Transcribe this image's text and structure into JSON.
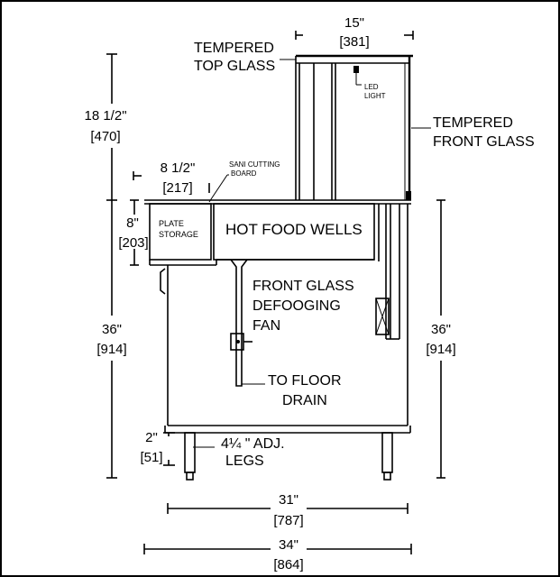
{
  "labels": {
    "top_glass_1": "TEMPERED",
    "top_glass_2": "TOP GLASS",
    "led_1": "LED",
    "led_2": "LIGHT",
    "front_glass_1": "TEMPERED",
    "front_glass_2": "FRONT GLASS",
    "sani_1": "SANI CUTTING",
    "sani_2": "BOARD",
    "plate_1": "PLATE",
    "plate_2": "STORAGE",
    "hot_food_wells": "HOT FOOD WELLS",
    "defog_1": "FRONT GLASS",
    "defog_2": "DEFOOGING",
    "defog_3": "FAN",
    "drain_1": "TO FLOOR",
    "drain_2": "DRAIN",
    "legs_1": "4¼ \" ADJ.",
    "legs_2": "LEGS"
  },
  "dimensions": {
    "top_width_in": "15\"",
    "top_width_mm": "[381]",
    "glass_height_in": "18 1/2\"",
    "glass_height_mm": "[470]",
    "board_width_in": "8 1/2\"",
    "board_width_mm": "[217]",
    "storage_height_in": "8\"",
    "storage_height_mm": "[203]",
    "left_height_in": "36\"",
    "left_height_mm": "[914]",
    "right_height_in": "36\"",
    "right_height_mm": "[914]",
    "leg_height_in": "2\"",
    "leg_height_mm": "[51]",
    "body_width_in": "31\"",
    "body_width_mm": "[787]",
    "overall_width_in": "34\"",
    "overall_width_mm": "[864]"
  }
}
